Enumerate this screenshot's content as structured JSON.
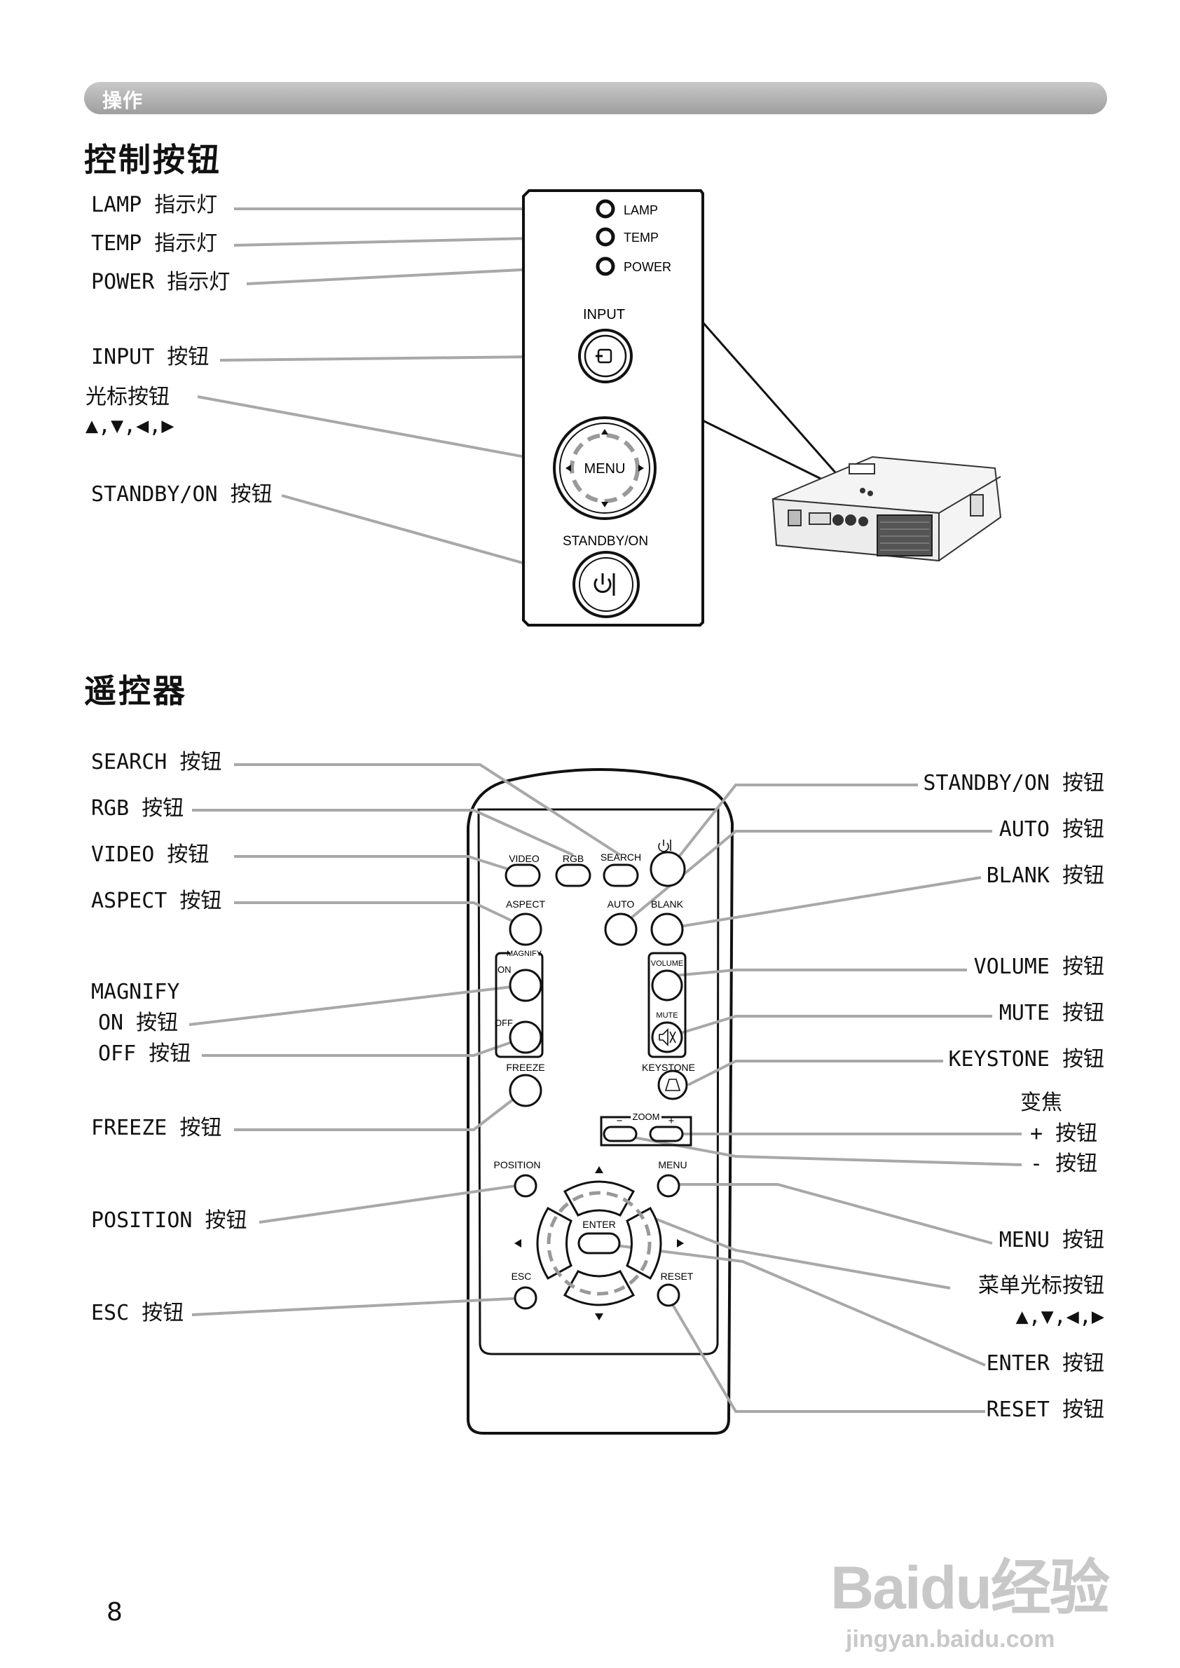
{
  "header": {
    "section": "操作"
  },
  "section1": {
    "title": "控制按钮",
    "labels": {
      "lamp": "LAMP 指示灯",
      "temp": "TEMP 指示灯",
      "power": "POWER 指示灯",
      "input": "INPUT 按钮",
      "cursor": "光标按钮",
      "cursor_arrows": "▲,▼,◀,▶",
      "standby": "STANDBY/ON 按钮"
    },
    "panel": {
      "lamp": "LAMP",
      "temp": "TEMP",
      "power": "POWER",
      "input": "INPUT",
      "menu": "MENU",
      "standby": "STANDBY/ON"
    }
  },
  "section2": {
    "title": "遥控器",
    "left_labels": {
      "search": "SEARCH 按钮",
      "rgb": "RGB 按钮",
      "video": "VIDEO 按钮",
      "aspect": "ASPECT 按钮",
      "magnify": "MAGNIFY",
      "magnify_on": "ON 按钮",
      "magnify_off": "OFF 按钮",
      "freeze": "FREEZE 按钮",
      "position": "POSITION 按钮",
      "esc": "ESC 按钮"
    },
    "right_labels": {
      "standby": "STANDBY/ON 按钮",
      "auto": "AUTO 按钮",
      "blank": "BLANK 按钮",
      "volume": "VOLUME 按钮",
      "mute": "MUTE 按钮",
      "keystone": "KEYSTONE 按钮",
      "zoom": "变焦",
      "zoom_plus": "+ 按钮",
      "zoom_minus": "- 按钮",
      "menu": "MENU 按钮",
      "menu_cursor": "菜单光标按钮",
      "menu_cursor_arrows": "▲,▼,◀,▶",
      "enter": "ENTER 按钮",
      "reset": "RESET 按钮"
    },
    "remote": {
      "video": "VIDEO",
      "rgb": "RGB",
      "search": "SEARCH",
      "aspect": "ASPECT",
      "auto": "AUTO",
      "blank": "BLANK",
      "magnify": "MAGNIFY",
      "on": "ON",
      "off": "OFF",
      "volume": "VOLUME",
      "mute": "MUTE",
      "freeze": "FREEZE",
      "keystone": "KEYSTONE",
      "zoom": "ZOOM",
      "minus": "−",
      "plus": "+",
      "position": "POSITION",
      "menu": "MENU",
      "enter": "ENTER",
      "esc": "ESC",
      "reset": "RESET"
    }
  },
  "page_number": "8",
  "watermark": {
    "brand": "Baidu经验",
    "url": "jingyan.baidu.com"
  }
}
